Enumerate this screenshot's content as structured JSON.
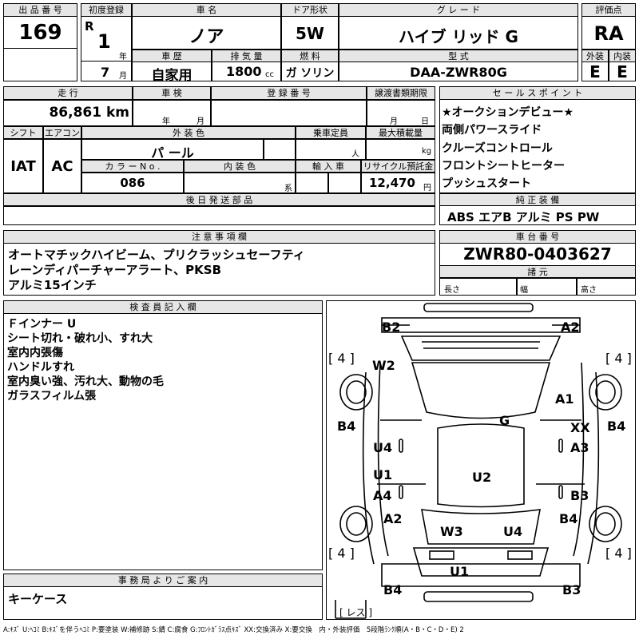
{
  "header": {
    "lot_no_label": "出 品 番 号",
    "lot_no": "169",
    "first_reg_label": "初度登録",
    "era": "R",
    "year": "1",
    "year_unit": "年",
    "month": "7",
    "month_unit": "月",
    "car_name_label": "車 名",
    "car_name": "ノア",
    "door_label": "ドア形状",
    "door": "5W",
    "grade_label": "グ レ ー ド",
    "grade": "ハイブ リッド G",
    "score_label": "評価点",
    "score": "RA",
    "history_label": "車 歴",
    "history": "自家用",
    "displacement_label": "排 気 量",
    "displacement": "1800",
    "displacement_unit": "cc",
    "fuel_label": "燃 料",
    "fuel": "ガ ソリン",
    "model_label": "型 式",
    "model": "DAA-ZWR80G",
    "exterior_label": "外装",
    "exterior": "E",
    "interior_label": "内装",
    "interior": "E"
  },
  "middle": {
    "mileage_label": "走 行",
    "mileage": "86,861 km",
    "inspection_label": "車 検",
    "inspection_year_unit": "年",
    "inspection_month_unit": "月",
    "reg_no_label": "登 録 番 号",
    "transfer_label": "譲渡書類期限",
    "transfer_month_unit": "月",
    "transfer_day_unit": "日",
    "shift_label": "シフト",
    "shift": "IAT",
    "ac_label": "エアコン",
    "ac": "AC",
    "color_label": "外 装 色",
    "color": "パ ール",
    "capacity_label": "乗車定員",
    "capacity_unit": "人",
    "load_label": "最大積載量",
    "load_unit": "kg",
    "color_no_label": "カ ラ ー N o .",
    "color_no": "086",
    "int_color_label": "内 装 色",
    "int_color_unit": "系",
    "import_label": "輸 入 車",
    "recycle_label": "リサイクル預託金",
    "recycle": "12,470",
    "recycle_unit": "円",
    "later_parts_label": "後 日 発 送 部 品"
  },
  "sales_points": {
    "label": "セ ー ル ス ポ イ ン ト",
    "items": [
      "★オークションデビュー★",
      "両側パワースライド",
      "クルーズコントロール",
      "フロントシートヒーター",
      "プッシュスタート"
    ]
  },
  "equipment": {
    "label": "純 正 装 備",
    "value": "ABS エアB アルミ PS PW"
  },
  "notes": {
    "label": "注 意 事 項 欄",
    "lines": [
      "オートマチックハイビーム、プリクラッシュセーフティ",
      "レーンディパーチャーアラート、PKSB",
      "アルミ15インチ"
    ]
  },
  "chassis": {
    "label": "車 台 番 号",
    "value": "ZWR80-0403627",
    "dims_label": "諸 元",
    "length": "長さ",
    "width": "幅",
    "height": "高さ"
  },
  "inspector": {
    "label": "検 査 員 記 入 欄",
    "lines": [
      "Ｆインナー U",
      "シート切れ・破れ小、すれ大",
      "室内内張傷",
      "ハンドルすれ",
      "室内臭い強、汚れ大、動物の毛",
      "ガラスフィルム張"
    ]
  },
  "office": {
    "label": "事 務 局 よ り ご 案 内",
    "value": "キーケース"
  },
  "diagram": {
    "marks": {
      "b2": "B2",
      "a2_top": "A2",
      "w2": "W2",
      "a1": "A1",
      "g": "G",
      "xx": "XX",
      "b4_left": "B4",
      "b4_right": "B4",
      "u4_left": "U4",
      "a3": "A3",
      "u1_left": "U1",
      "u2": "U2",
      "a4": "A4",
      "b3_right": "B3",
      "a2_left": "A2",
      "b4_lower_right": "B4",
      "w3": "W3",
      "u4_bottom": "U4",
      "u1_bottom": "U1",
      "b4_bottom": "B4",
      "b3_bottom": "B3"
    },
    "tire_marks": [
      "4",
      "4",
      "4",
      "4"
    ],
    "spare_label": "レス"
  },
  "legend": "A:ｷｽﾞ U:ﾍｺﾐ B:ｷｽﾞを伴うﾍｺﾐ P:要塗装 W:補修跡 S:錆 C:腐食 G:ﾌﾛﾝﾄｶﾞﾗｽ点ｷｽﾞ XX:交換済み X:要交換　内・外装評価　5段階ﾗﾝｸ順(A・B・C・D・E) 2"
}
